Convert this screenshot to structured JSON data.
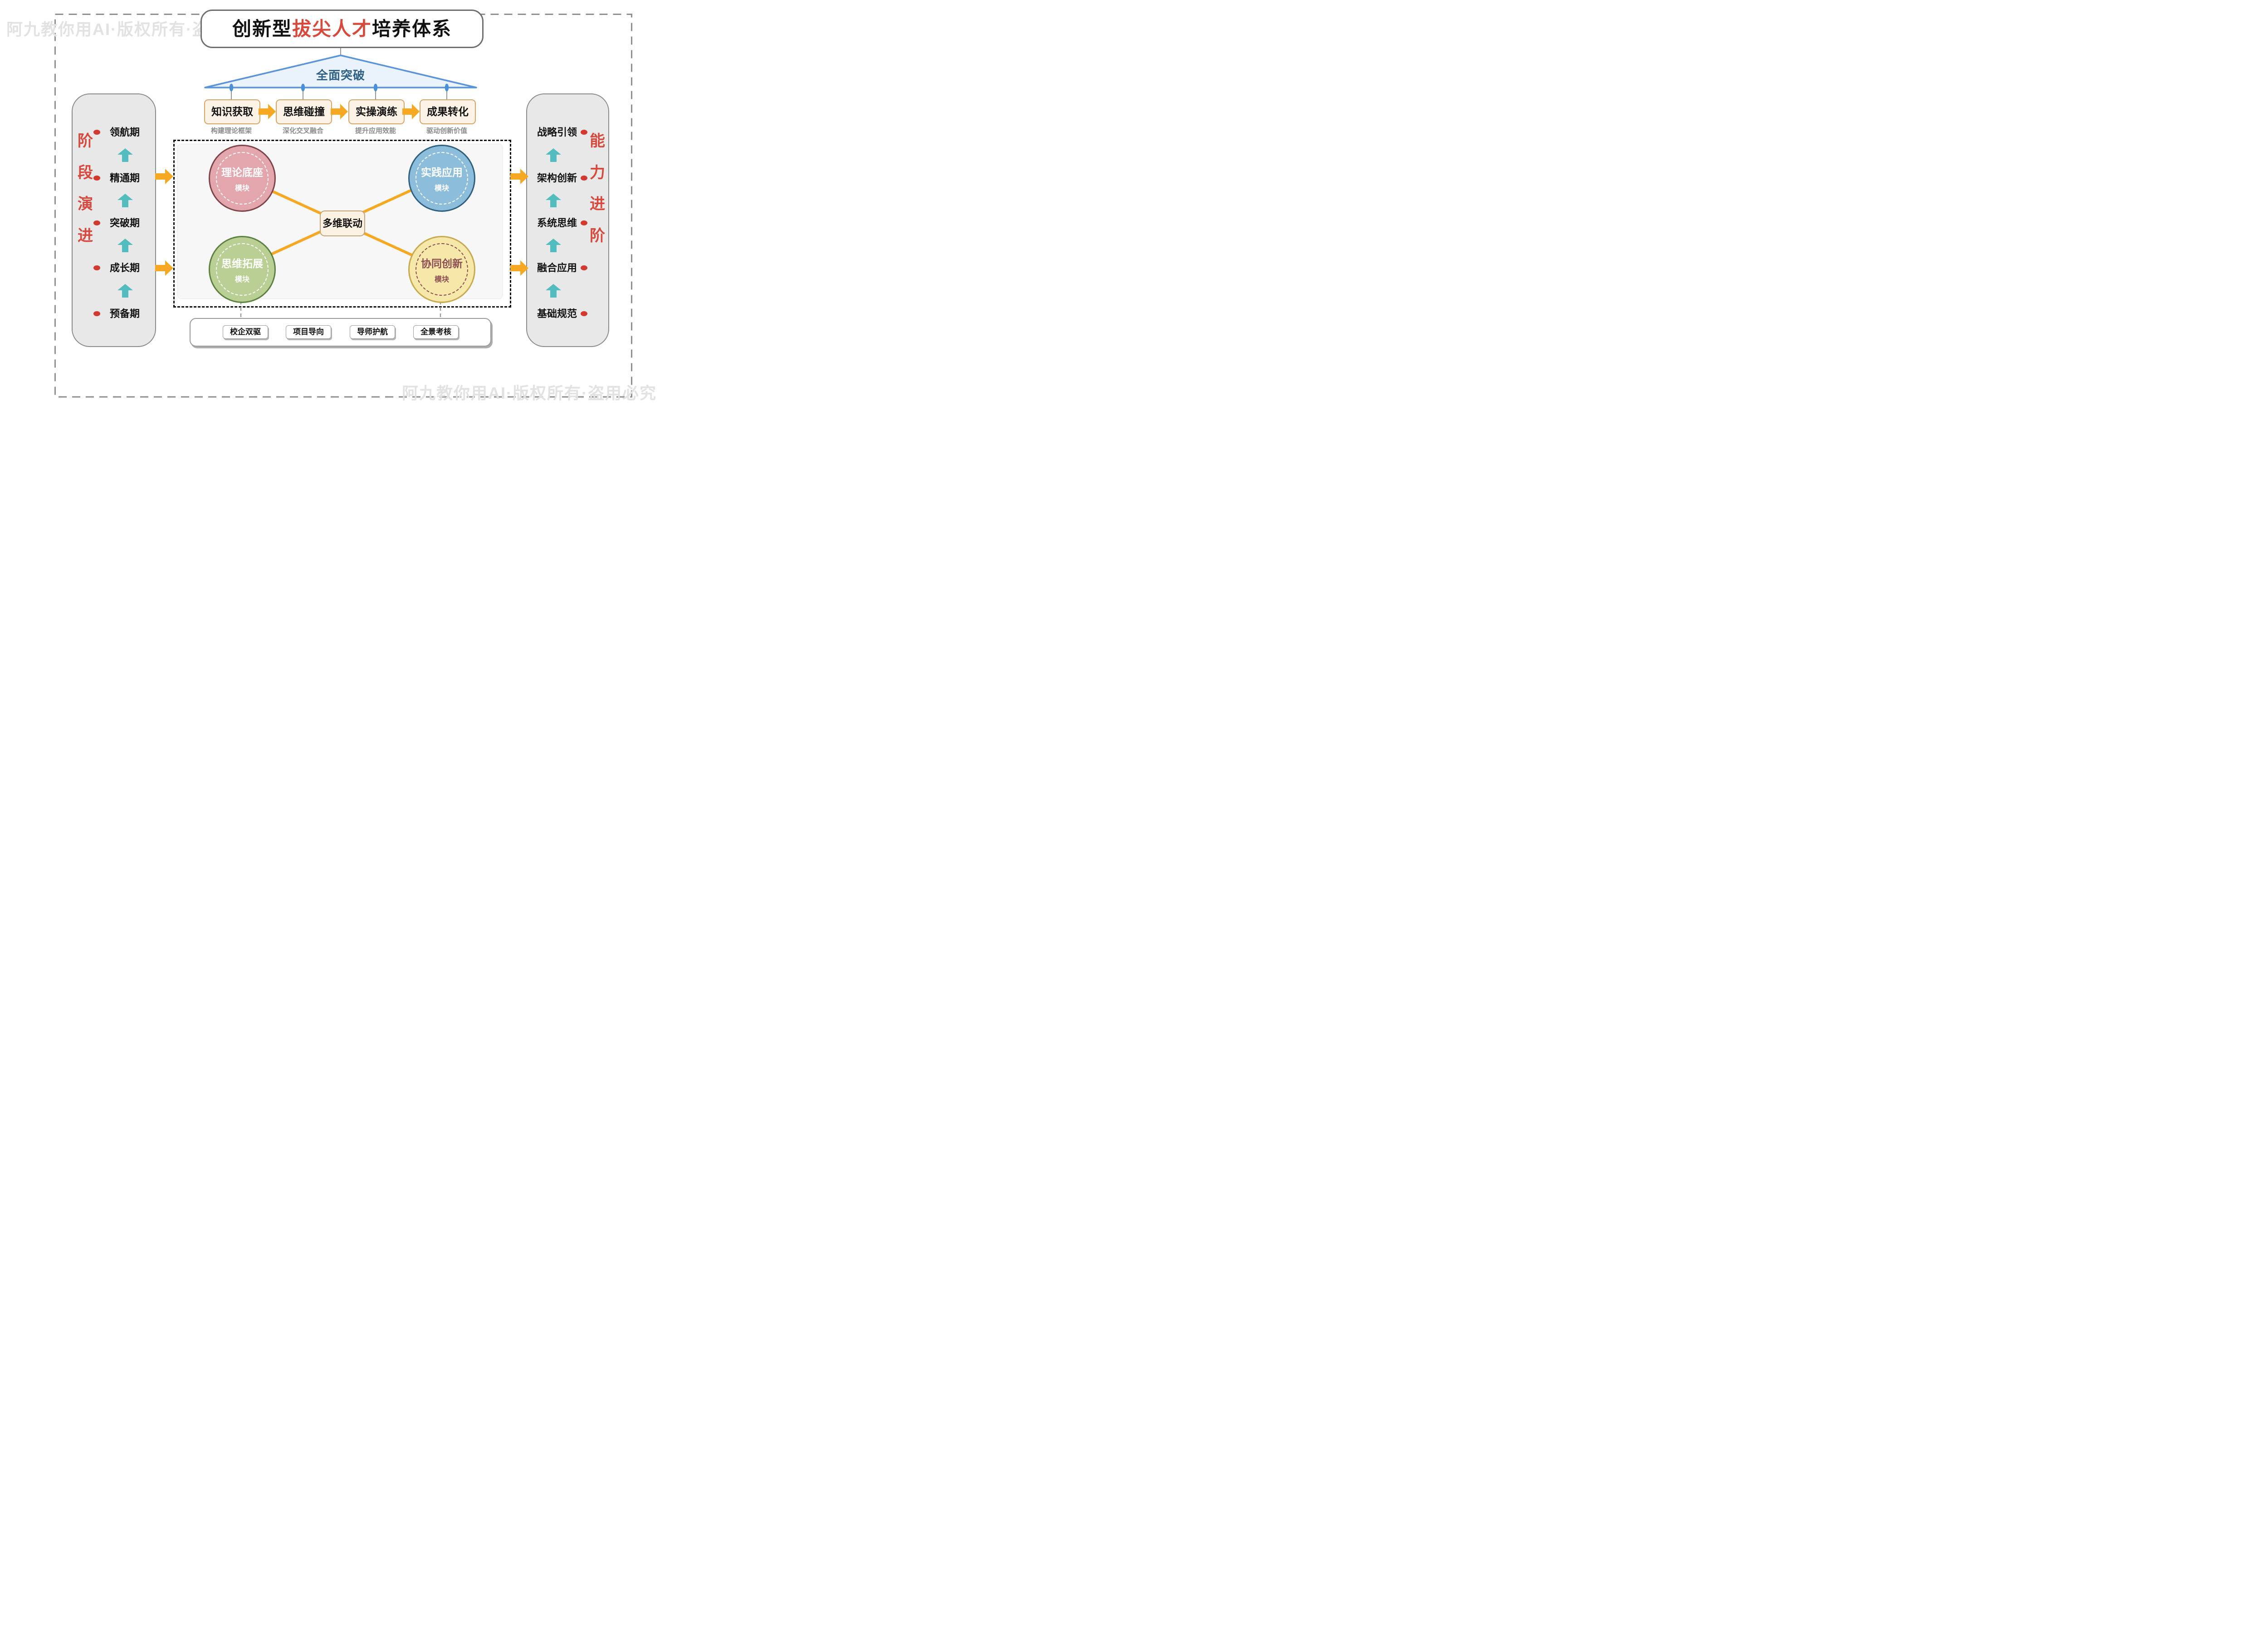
{
  "watermark": {
    "text": "阿九教你用AI·版权所有·盗用必究"
  },
  "title": {
    "prefix": "创新型",
    "highlight": "拔尖人才",
    "suffix": "培养体系"
  },
  "pyramid": {
    "label": "全面突破"
  },
  "process_steps": [
    {
      "label": "知识获取",
      "sublabel": "构建理论框架"
    },
    {
      "label": "思维碰撞",
      "sublabel": "深化交叉融合"
    },
    {
      "label": "实操演练",
      "sublabel": "提升应用效能"
    },
    {
      "label": "成果转化",
      "sublabel": "驱动创新价值"
    }
  ],
  "left_panel": {
    "vertical_label": [
      "阶",
      "段",
      "演",
      "进"
    ],
    "stages": [
      {
        "label": "领航期"
      },
      {
        "label": "精通期"
      },
      {
        "label": "突破期"
      },
      {
        "label": "成长期"
      },
      {
        "label": "预备期"
      }
    ]
  },
  "right_panel": {
    "vertical_label": [
      "能",
      "力",
      "进",
      "阶"
    ],
    "abilities": [
      {
        "label": "战略引领"
      },
      {
        "label": "架构创新"
      },
      {
        "label": "系统思维"
      },
      {
        "label": "融合应用"
      },
      {
        "label": "基础规范"
      }
    ]
  },
  "modules": [
    {
      "name": "理论底座",
      "tag": "模块",
      "fill": "#E3A6AD",
      "border": "#7E4348",
      "text": "#FFFFFF",
      "dash": "#FFFFFF"
    },
    {
      "name": "实践应用",
      "tag": "模块",
      "fill": "#8CBEDC",
      "border": "#2F5F7F",
      "text": "#FFFFFF",
      "dash": "#FFFFFF"
    },
    {
      "name": "思维拓展",
      "tag": "模块",
      "fill": "#B9CF93",
      "border": "#5C8040",
      "text": "#FFFFFF",
      "dash": "#FFFFFF"
    },
    {
      "name": "协同创新",
      "tag": "模块",
      "fill": "#F5E8A9",
      "border": "#C9A94E",
      "text": "#8D4D52",
      "dash": "#8D4D52"
    }
  ],
  "hub": {
    "label": "多维联动"
  },
  "footer": {
    "chips": [
      {
        "label": "校企双驱"
      },
      {
        "label": "项目导向"
      },
      {
        "label": "导师护航"
      },
      {
        "label": "全景考核"
      }
    ]
  },
  "colors": {
    "accent_red": "#D6493C",
    "bullet_red": "#D33A2F",
    "teal_arrow": "#53BCBE",
    "orange_arrow": "#F7A823",
    "triangle_fill": "#EAF2FC",
    "triangle_border": "#5B93DB",
    "triangle_text": "#2E6187",
    "step_fill": "#FCF3E6",
    "step_border": "#D8A569",
    "sidebar_fill": "#E8E8E8",
    "sidebar_border": "#8A8A8A",
    "watermark_gray": "#E2E2E2"
  }
}
